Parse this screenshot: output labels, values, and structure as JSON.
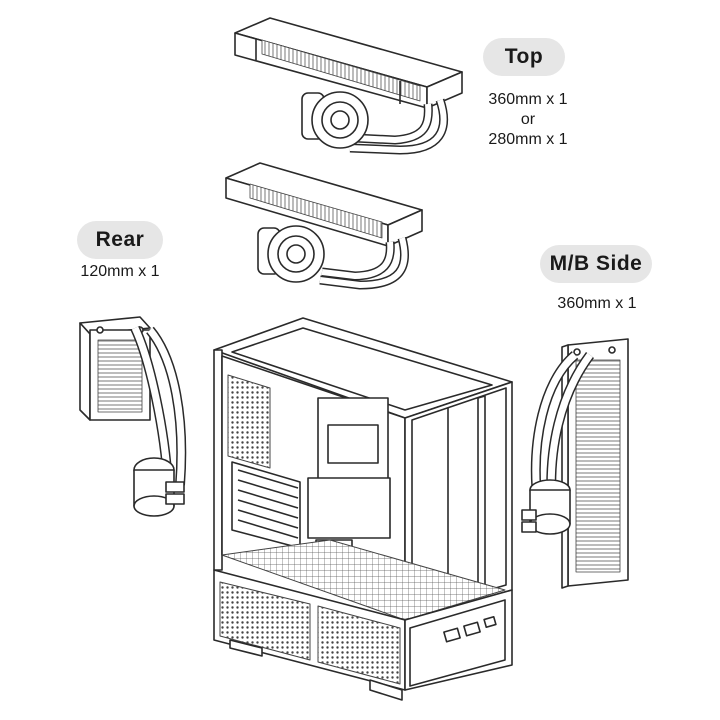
{
  "labels": {
    "top": {
      "title": "Top",
      "lines": [
        "360mm x 1",
        "or",
        "280mm x 1"
      ]
    },
    "rear": {
      "title": "Rear",
      "lines": [
        "120mm x 1"
      ]
    },
    "mb_side": {
      "title": "M/B Side",
      "lines": [
        "360mm x 1"
      ]
    }
  },
  "colors": {
    "line": "#2a2a2a",
    "pill": "#e6e6e6",
    "background": "#ffffff"
  }
}
